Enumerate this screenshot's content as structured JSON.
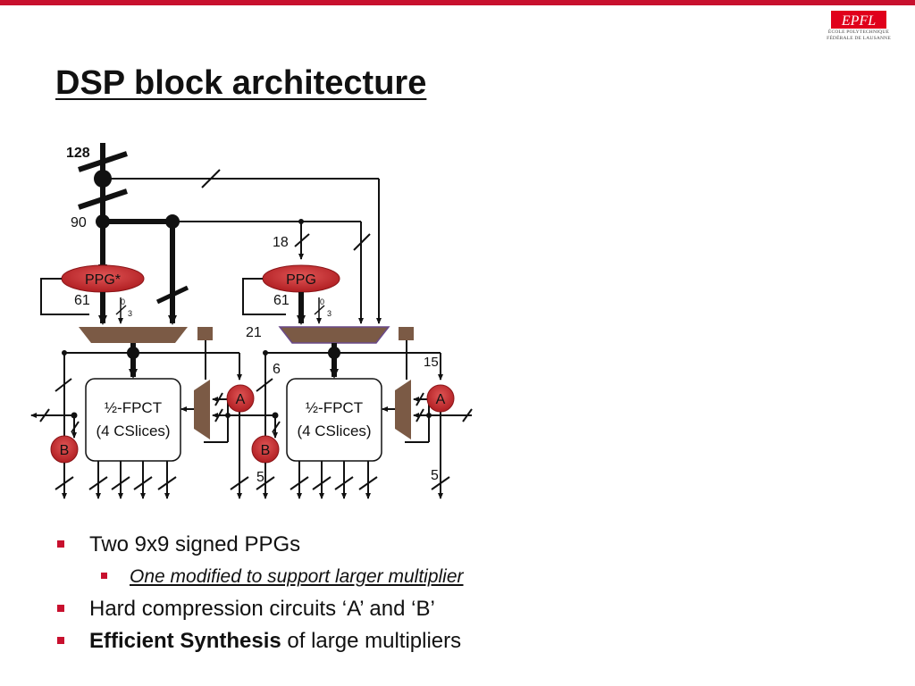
{
  "slide": {
    "title": "DSP block architecture",
    "logo": {
      "mark": "EPFL",
      "lines": [
        "ÉCOLE POLYTECHNIQUE",
        "FÉDÉRALE DE LAUSANNE"
      ]
    }
  },
  "diagram": {
    "labels": {
      "bus_width_top": "128",
      "bus_width_mid": "90",
      "right_ppg_input": "18",
      "ppg_star": "PPG*",
      "ppg": "PPG",
      "ppg_out_left": "61",
      "ppg_out_right": "61",
      "zero_left": "0",
      "three_left": "3",
      "zero_right": "0",
      "three_right": "3",
      "cascade_21": "21",
      "six": "6",
      "fifteen": "15",
      "fpct_left_line1": "½-FPCT",
      "fpct_left_line2": "(4 CSlices)",
      "fpct_right_line1": "½-FPCT",
      "fpct_right_line2": "(4 CSlices)",
      "a_left": "A",
      "a_right": "A",
      "b_left": "B",
      "b_right": "B",
      "five_left": "5",
      "five_right": "5"
    }
  },
  "bullets": {
    "item1": "Two 9x9 signed PPGs",
    "item1_sub": "One modified to support larger multiplier",
    "item2": "Hard compression circuits ‘A’ and ‘B’",
    "item3_bold": "Efficient Synthesis",
    "item3_rest": " of large multipliers"
  },
  "colors": {
    "accent": "#c8102e",
    "mux": "#7b5a45",
    "ppg_fill": "#c0282d"
  }
}
